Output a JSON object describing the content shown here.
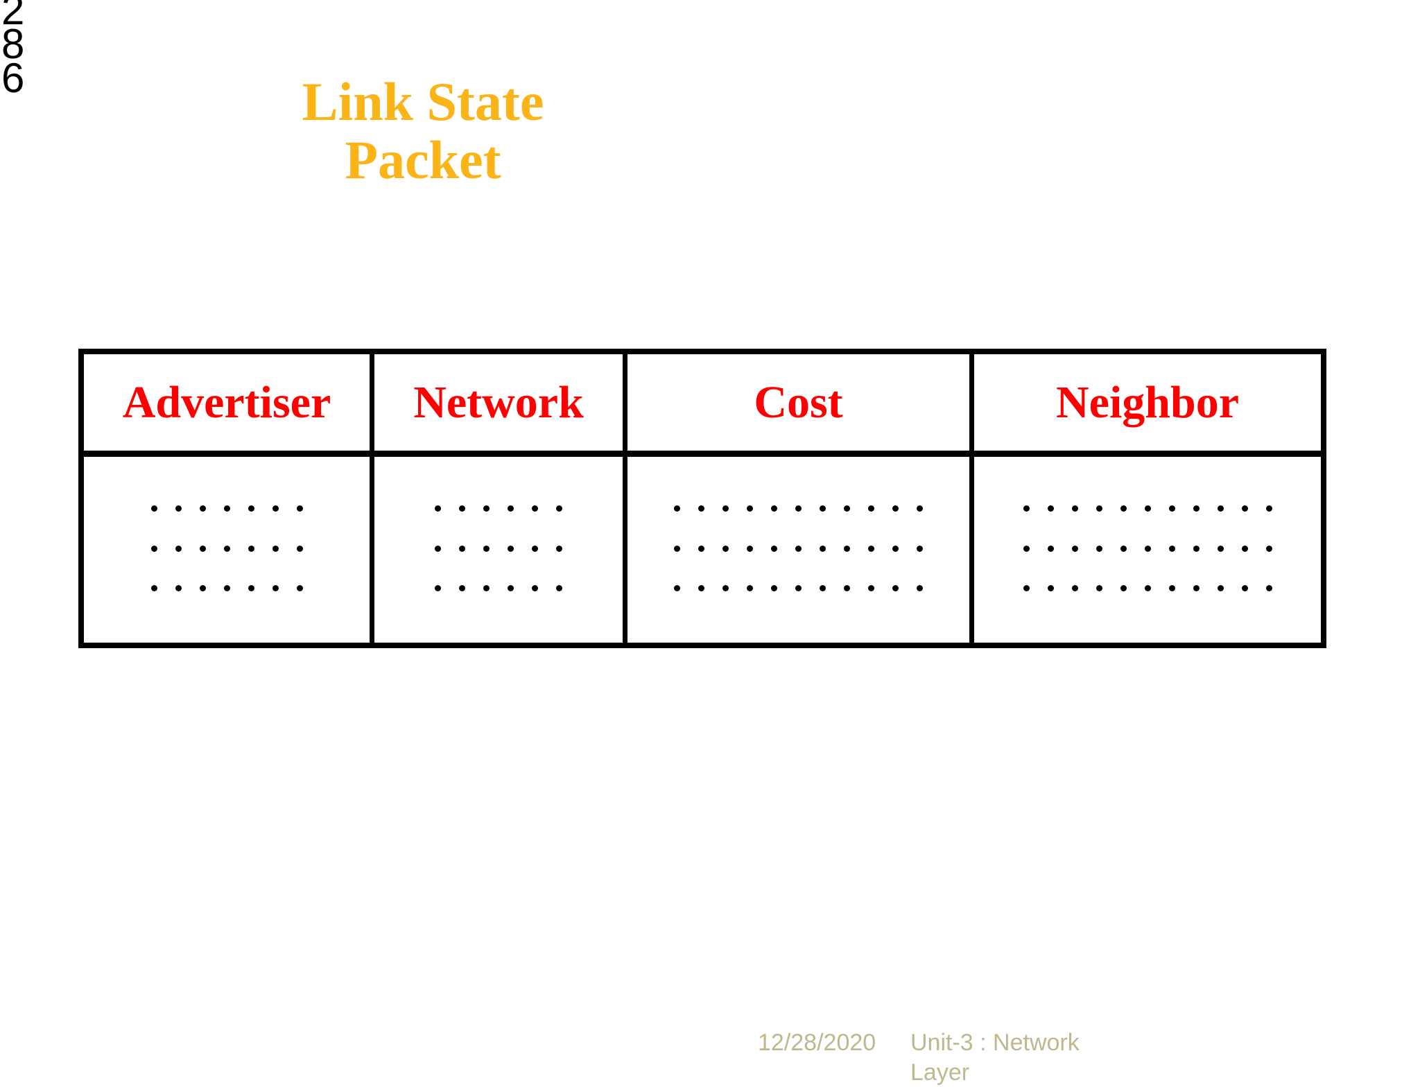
{
  "page_number": {
    "digits": [
      "2",
      "8",
      "6"
    ]
  },
  "slide": {
    "title_lines": [
      "Link State",
      "Packet"
    ],
    "title_color": "#FAB417",
    "header_text_color": "#FF0000",
    "border_color": "#000000",
    "background_color": "#FFFFFF"
  },
  "table": {
    "columns": [
      {
        "header": "Advertiser",
        "dots_per_row": 7
      },
      {
        "header": "Network",
        "dots_per_row": 6
      },
      {
        "header": "Cost",
        "dots_per_row": 11
      },
      {
        "header": "Neighbor",
        "dots_per_row": 11
      }
    ],
    "body_rows": 3
  },
  "footer": {
    "date": "12/28/2020",
    "subject": "Unit-3 : Network Layer",
    "color": "#BFB78E"
  }
}
